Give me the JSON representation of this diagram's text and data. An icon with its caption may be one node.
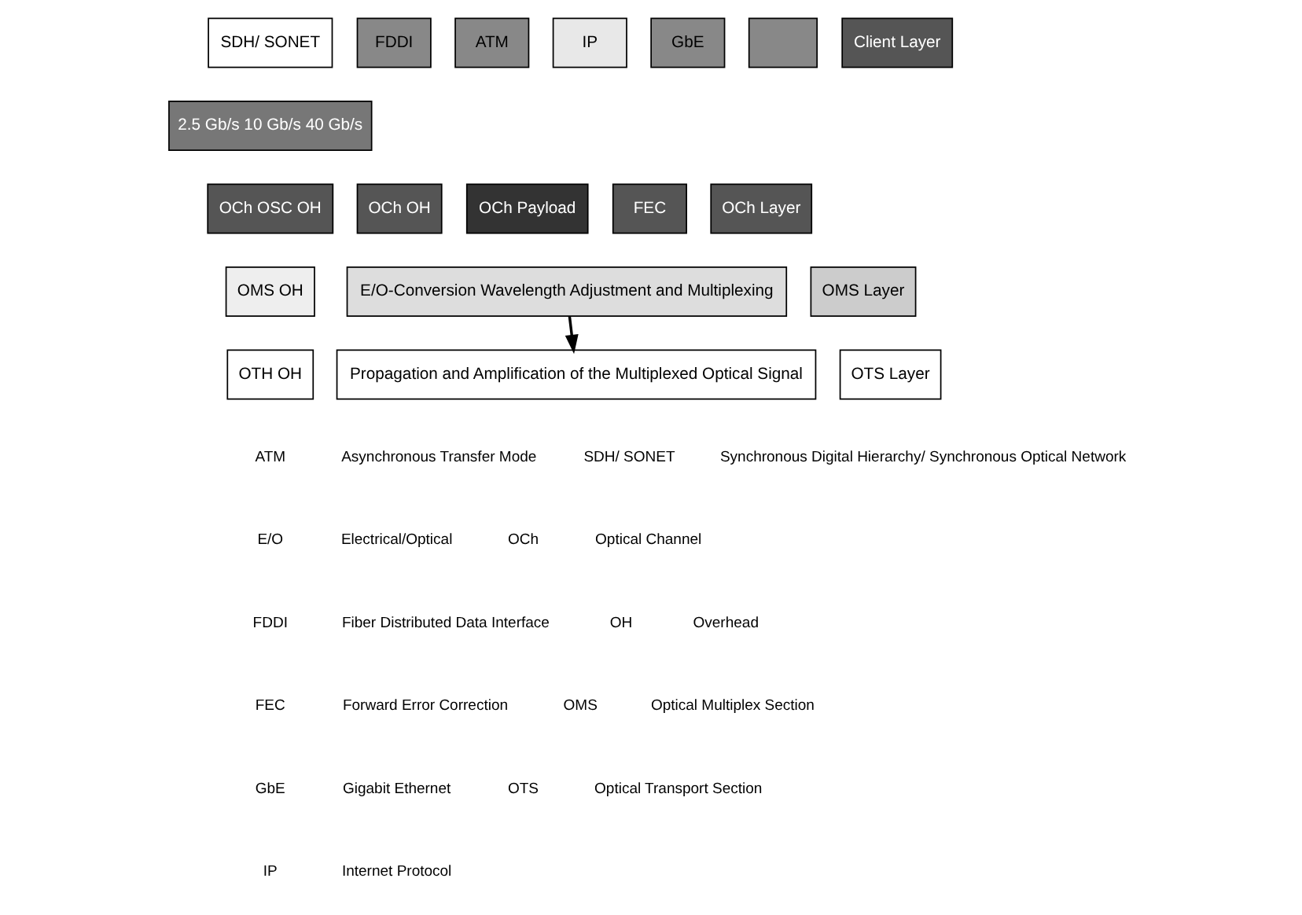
{
  "diagram": {
    "nodes": [
      {
        "text": [
          "SDH/ SONET"
        ]
      },
      {
        "text": [
          "FDDI"
        ]
      },
      {
        "text": [
          "ATM"
        ]
      },
      {
        "text": [
          "IP"
        ]
      },
      {
        "text": [
          "GbE"
        ]
      },
      {
        "text": [],
        "shape": "box"
      },
      {
        "text": [
          "Client Layer"
        ]
      },
      {
        "text": [
          "2.5 Gb/s 10 Gb/s 40 Gb/s"
        ]
      },
      {
        "text": [
          "OCh OSC OH"
        ]
      },
      {
        "text": [
          "OCh OH"
        ]
      },
      {
        "text": [
          "OCh Payload"
        ]
      },
      {
        "text": [
          "FEC"
        ]
      },
      {
        "text": [
          "OCh Layer"
        ]
      },
      {
        "text": [
          "OMS OH"
        ]
      },
      {
        "text": [
          "E/O-Conversion Wavelength Adjustment and Multiplexing"
        ]
      },
      {
        "text": [
          "OMS Layer"
        ]
      },
      {
        "text": [
          "OTH OH"
        ]
      },
      {
        "text": [
          "Propagation and Amplification of the Multiplexed Optical Signal"
        ]
      },
      {
        "text": [
          "OTS Layer"
        ]
      }
    ],
    "edges": [
      {
        "from": 14,
        "to": 17,
        "arrow": "to"
      }
    ],
    "labels": [
      "ATM",
      "Asynchronous Transfer Mode",
      "SDH/ SONET",
      "Synchronous Digital Hierarchy/ Synchronous Optical Network",
      "E/O",
      "Electrical/Optical",
      "OCh",
      "Optical Channel",
      "FDDI",
      "Fiber Distributed Data Interface",
      "OH",
      "Overhead",
      "FEC",
      "Forward Error Correction",
      "OMS",
      "Optical Multiplex Section",
      "GbE",
      "Gigabit Ethernet",
      "OTS",
      "Optical Transport Section",
      "IP",
      "Internet Protocol"
    ]
  }
}
